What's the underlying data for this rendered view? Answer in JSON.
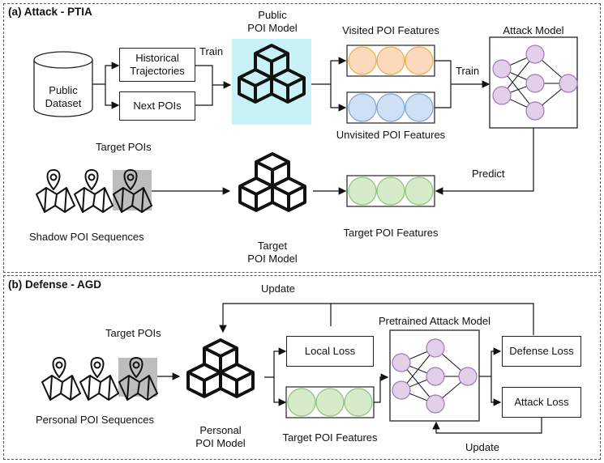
{
  "attack": {
    "title": "(a) Attack - PTIA",
    "public_dataset": "Public\nDataset",
    "historical_trajectories": "Historical\nTrajectories",
    "next_pois": "Next POIs",
    "train_1": "Train",
    "public_poi_model": "Public\nPOI Model",
    "visited_features": "Visited POI Features",
    "unvisited_features": "Unvisited POI Features",
    "train_2": "Train",
    "attack_model": "Attack Model",
    "target_pois": "Target POIs",
    "predict": "Predict",
    "shadow_sequences": "Shadow POI Sequences",
    "target_poi_model": "Target\nPOI Model",
    "target_features": "Target POI Features"
  },
  "defense": {
    "title": "(b) Defense - AGD",
    "update_top": "Update",
    "target_pois": "Target POIs",
    "local_loss": "Local Loss",
    "pretrained_attack_model": "Pretrained Attack Model",
    "defense_loss": "Defense Loss",
    "attack_loss": "Attack Loss",
    "personal_sequences": "Personal POI Sequences",
    "personal_poi_model": "Personal\nPOI Model",
    "target_features": "Target POI Features",
    "update_bottom": "Update"
  },
  "colors": {
    "visited_fill": "#fcd9bd",
    "visited_stroke": "#e8b04a",
    "unvisited_fill": "#cfe0f5",
    "unvisited_stroke": "#7ea3d8",
    "target_fill": "#d6ebc9",
    "target_stroke": "#8cc47a",
    "node_fill": "#e3cfe9",
    "node_stroke": "#a07ab5",
    "model_bg": "#c9f2f7",
    "map_highlight": "#bdbdbd"
  }
}
